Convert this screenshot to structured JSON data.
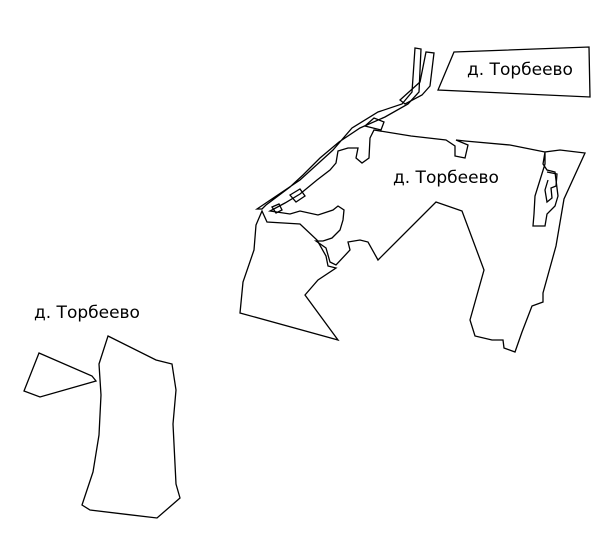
{
  "map": {
    "labels": [
      {
        "text": "д. Торбеево"
      },
      {
        "text": "д. Торбеево"
      },
      {
        "text": "д. Торбеево"
      }
    ]
  }
}
